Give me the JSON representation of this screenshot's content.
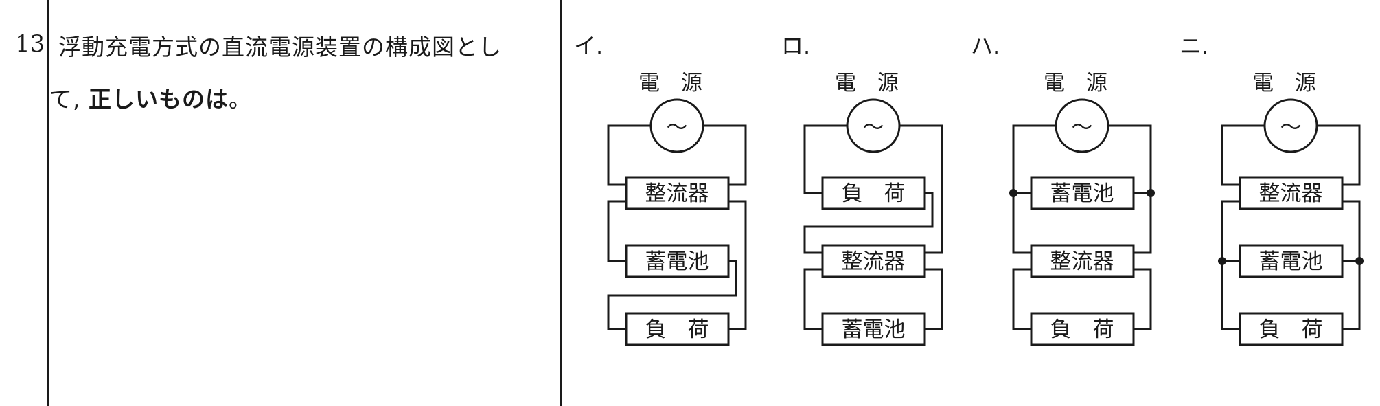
{
  "question": {
    "number": "13",
    "line1": "浮動充電方式の直流電源装置の構成図とし",
    "line2_prefix": "て,",
    "line2_emphasis": "正しいものは",
    "line2_suffix": "。"
  },
  "source_label": "電　源",
  "ac_symbol": "～",
  "options": [
    {
      "mark": "イ.",
      "blocks": [
        "整流器",
        "蓄電池",
        "負　荷"
      ]
    },
    {
      "mark": "ロ.",
      "blocks": [
        "負　荷",
        "整流器",
        "蓄電池"
      ]
    },
    {
      "mark": "ハ.",
      "blocks": [
        "蓄電池",
        "整流器",
        "負　荷"
      ]
    },
    {
      "mark": "ニ.",
      "blocks": [
        "整流器",
        "蓄電池",
        "負　荷"
      ]
    }
  ]
}
